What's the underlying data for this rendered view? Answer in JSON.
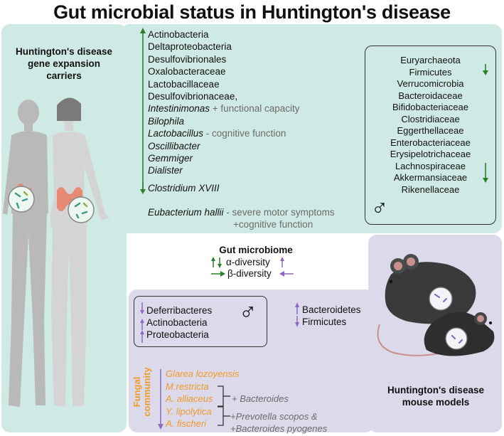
{
  "title": "Gut microbial status in Huntington's disease",
  "carriers": {
    "heading": [
      "Huntington's disease",
      "gene expansion",
      "carriers"
    ],
    "increased": [
      {
        "name": "Actinobacteria",
        "italic": false,
        "note": ""
      },
      {
        "name": "Deltaproteobacteria",
        "italic": false,
        "note": ""
      },
      {
        "name": "Desulfovibrionales",
        "italic": false,
        "note": ""
      },
      {
        "name": "Oxalobacteraceae",
        "italic": false,
        "note": ""
      },
      {
        "name": "Lactobacillaceae",
        "italic": false,
        "note": ""
      },
      {
        "name": "Desulfovibrionaceae,",
        "italic": false,
        "note": ""
      },
      {
        "name": "Intestinimonas",
        "italic": true,
        "note": " + functional capacity"
      },
      {
        "name": "Bilophila",
        "italic": true,
        "note": ""
      },
      {
        "name": "Lactobacillus",
        "italic": true,
        "note": " - cognitive function"
      },
      {
        "name": "Oscillibacter",
        "italic": true,
        "note": ""
      },
      {
        "name": "Gemmiger",
        "italic": true,
        "note": ""
      },
      {
        "name": "Dialister",
        "italic": true,
        "note": ""
      }
    ],
    "decreased": {
      "name": "Clostridium XVIII",
      "italic": true
    },
    "eubacterium": {
      "name": "Eubacterium hallii",
      "note1": " - severe motor symptoms",
      "note2": "+cognitive function"
    },
    "male_symbol": "♂",
    "male_list": [
      "Euryarchaeota",
      "Firmicutes",
      "Verrucomicrobia",
      "Bacteroidaceae",
      "Bifidobacteriaceae",
      "Clostridiaceae",
      "Eggerthellaceae",
      "Enterobacteriaceae",
      "Erysipelotrichaceae",
      "Lachnospiraceae",
      "Akkermansiaceae",
      "Rikenellaceae"
    ]
  },
  "gut": {
    "title": "Gut microbiome",
    "alpha": "α-diversity",
    "beta": "β-diversity"
  },
  "mouse": {
    "heading": [
      "Huntington's disease",
      "mouse models"
    ],
    "male_symbol": "♂",
    "male_list": [
      "Deferribacteres",
      "Actinobacteria",
      "Proteobacteria"
    ],
    "other_list": [
      "Bacteroidetes",
      "Firmicutes"
    ],
    "fungal_label": [
      "Fungal",
      "community"
    ],
    "fungal": [
      "Glarea lozoyensis",
      "M.restricta",
      "A. alliaceus",
      "Y. lipolytica",
      "A. fischeri"
    ],
    "notes": {
      "bacteroides": "+ Bacteroides",
      "prevotella": "+Prevotella scopos &",
      "pyogenes": "+Bacteroides pyogenes"
    }
  },
  "colors": {
    "teal_panel": "#cfeae4",
    "lavender_panel": "#dcd9ea",
    "green_arrow": "#2e7d2e",
    "purple_arrow": "#8a6bbf",
    "fungal_orange": "#f09a2a"
  }
}
